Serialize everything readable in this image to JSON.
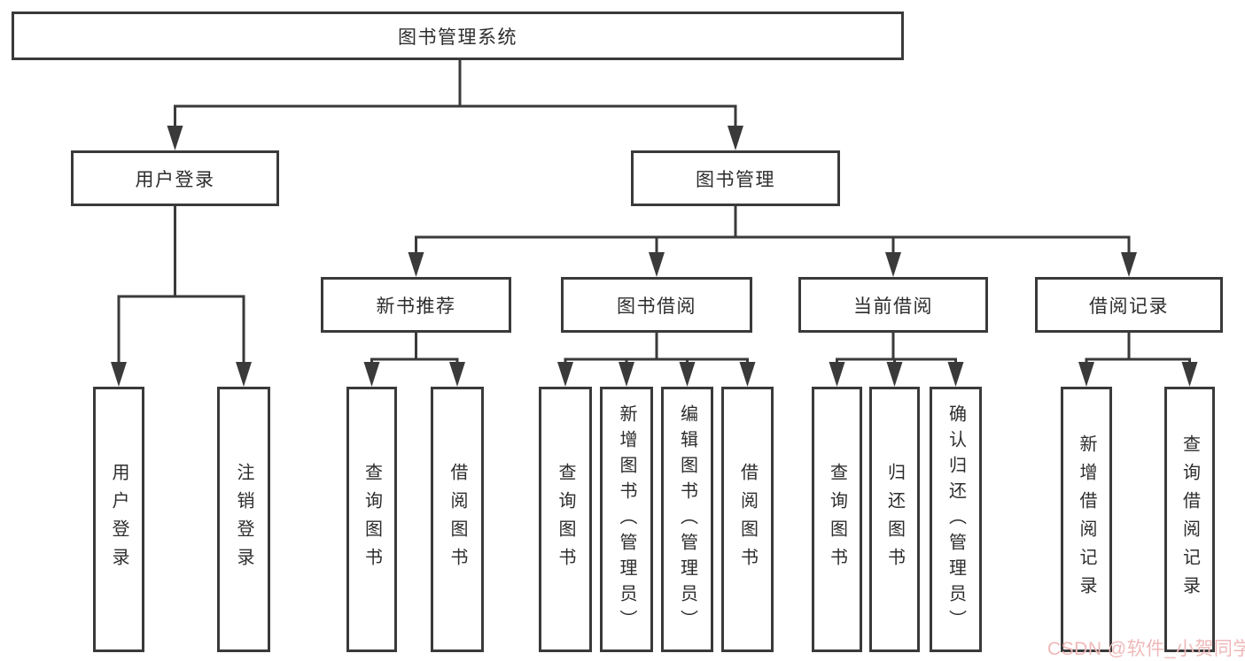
{
  "tree": {
    "label": "图书管理系统",
    "children": [
      {
        "label": "用户登录",
        "children": [
          {
            "label": "用户登录"
          },
          {
            "label": "注销登录"
          }
        ]
      },
      {
        "label": "图书管理",
        "children": [
          {
            "label": "新书推荐",
            "children": [
              {
                "label": "查询图书"
              },
              {
                "label": "借阅图书"
              }
            ]
          },
          {
            "label": "图书借阅",
            "children": [
              {
                "label": "查询图书"
              },
              {
                "label": "新增图书（管理员）"
              },
              {
                "label": "编辑图书（管理员）"
              },
              {
                "label": "借阅图书"
              }
            ]
          },
          {
            "label": "当前借阅",
            "children": [
              {
                "label": "查询图书"
              },
              {
                "label": "归还图书"
              },
              {
                "label": "确认归还（管理员）"
              }
            ]
          },
          {
            "label": "借阅记录",
            "children": [
              {
                "label": "新增借阅记录"
              },
              {
                "label": "查询借阅记录"
              }
            ]
          }
        ]
      }
    ]
  },
  "watermark": {
    "text": "CSDN @软件_小贺同学",
    "color": "#efb9b9"
  },
  "colors": {
    "line": "#3a3a3a",
    "box_border": "#3a3a3a",
    "text": "#2d2d2d"
  }
}
